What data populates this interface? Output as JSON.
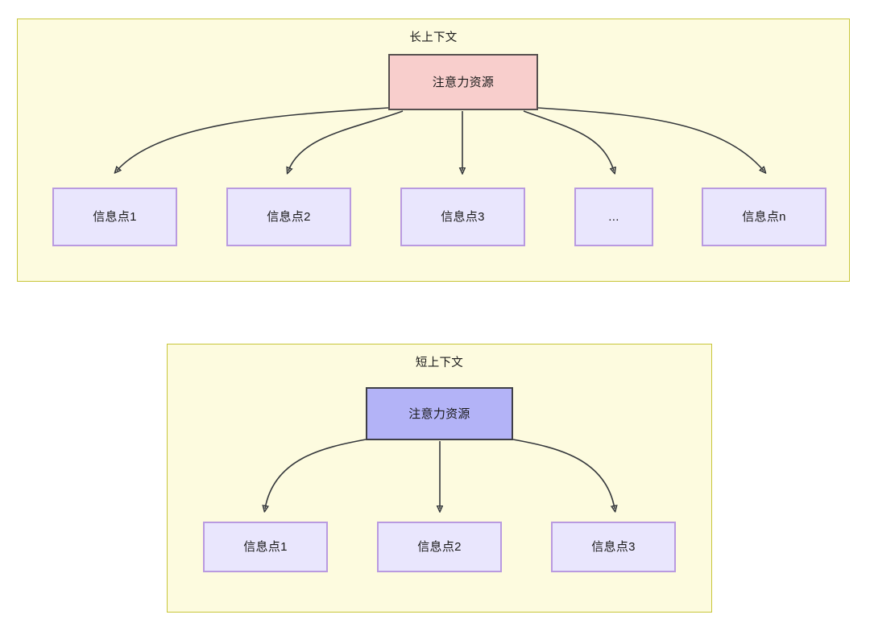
{
  "diagram": {
    "title_semantic": "attention-resource-allocation-long-vs-short-context",
    "background_color": "#ffffff",
    "groups": [
      {
        "id": "long-context",
        "title": "长上下文",
        "fill": "#fdfbdf",
        "stroke": "#c8c63a",
        "root": {
          "label": "注意力资源",
          "fill": "#f8cecc",
          "stroke": "#56504f"
        },
        "children": [
          {
            "label": "信息点1"
          },
          {
            "label": "信息点2"
          },
          {
            "label": "信息点3"
          },
          {
            "label": "..."
          },
          {
            "label": "信息点n"
          }
        ],
        "child_fill": "#e9e6fd",
        "child_stroke": "#b99ae0"
      },
      {
        "id": "short-context",
        "title": "短上下文",
        "fill": "#fdfbdf",
        "stroke": "#c8c63a",
        "root": {
          "label": "注意力资源",
          "fill": "#b3b3f7",
          "stroke": "#3f3f46"
        },
        "children": [
          {
            "label": "信息点1"
          },
          {
            "label": "信息点2"
          },
          {
            "label": "信息点3"
          }
        ],
        "child_fill": "#e9e6fd",
        "child_stroke": "#b99ae0"
      }
    ],
    "edge_color": "#36393d"
  }
}
